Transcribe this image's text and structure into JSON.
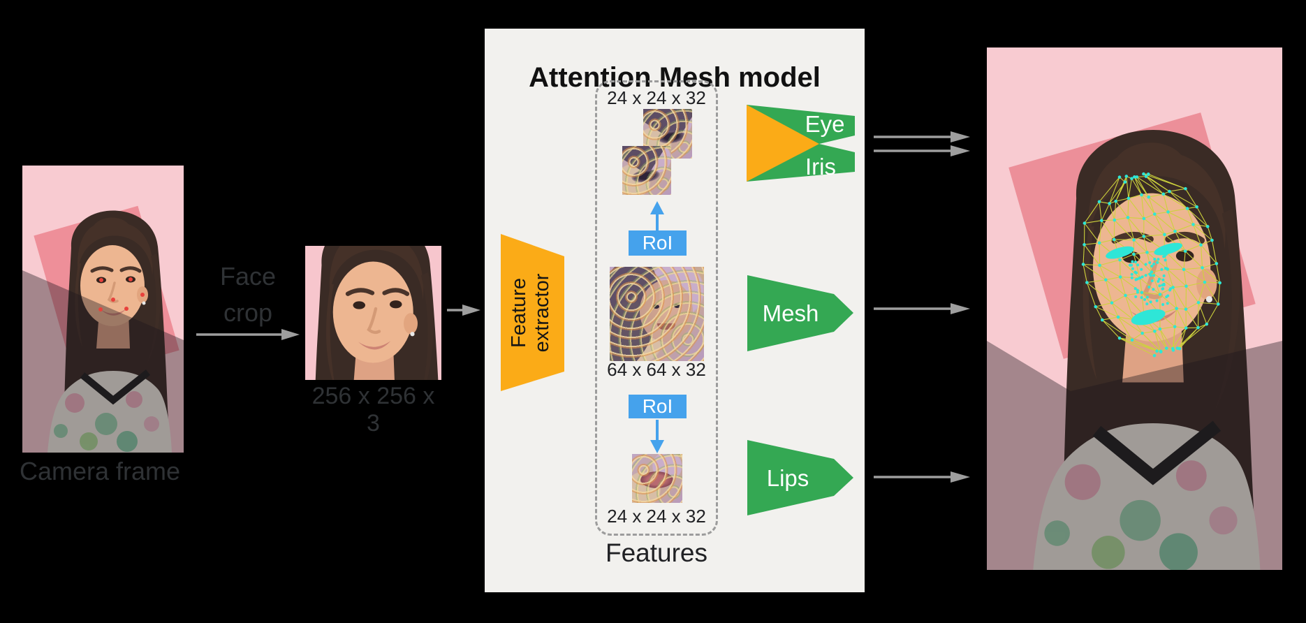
{
  "colors": {
    "background": "#000000",
    "model_box_bg": "#f2f1ee",
    "submodel_green": "#34a853",
    "accent_orange": "#fbab17",
    "roi_blue": "#45a2ec",
    "arrow_gray": "#9e9e9e",
    "dashed_border_gray": "#9c9c9c",
    "photo_pink": "#f8cbd1",
    "face_rect_red": "#ee8f99",
    "mesh_line_yellow": "#cdd23c",
    "mesh_dot_cyan": "#2ee6d7",
    "landmark_red": "#e8413c"
  },
  "camera_frame": {
    "label": "Camera frame"
  },
  "face_crop_arrow": {
    "label_line1": "Face",
    "label_line2": "crop"
  },
  "face_crop": {
    "dims_label": "256 x 256 x 3"
  },
  "model": {
    "title": "Attention Mesh model",
    "feature_extractor": {
      "line1": "Feature",
      "line2": "extractor"
    },
    "features": {
      "group_label": "Features",
      "eye_branch_dims": "24 x 24 x 32",
      "face_dims": "64 x 64 x 32",
      "lips_branch_dims": "24 x 24 x 32",
      "roi_eye_label": "RoI",
      "roi_lips_label": "RoI"
    },
    "submodels": {
      "eye_label": "Eye",
      "iris_label": "Iris",
      "mesh_label": "Mesh",
      "lips_label": "Lips"
    }
  }
}
